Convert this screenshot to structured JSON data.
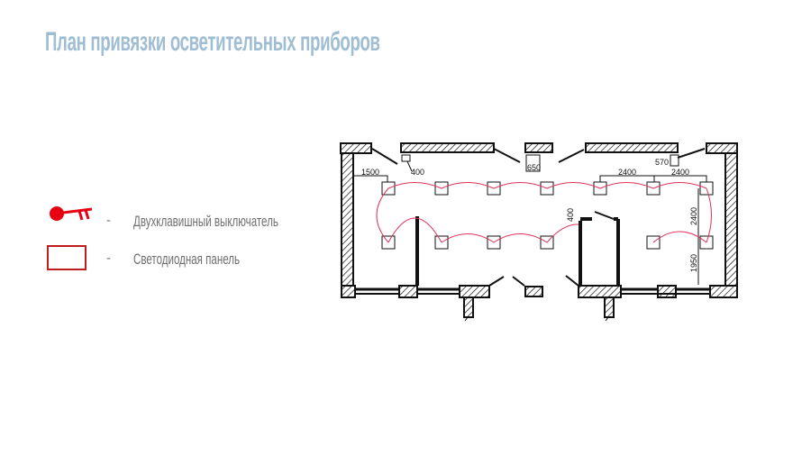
{
  "title": "План привязки осветительных приборов",
  "legend": [
    {
      "icon": "two-key-switch-icon",
      "dash": "-",
      "label": "Двухклавишный выключатель"
    },
    {
      "icon": "led-panel-icon",
      "dash": "-",
      "label": "Светодиодная панель"
    }
  ],
  "plan": {
    "dimensions": {
      "d1500": "1500",
      "d400_top": "400",
      "d650": "650",
      "d570": "570",
      "d2400_a": "2400",
      "d2400_b": "2400",
      "d2400_v": "2400",
      "d400_v": "400",
      "d1950": "1950"
    }
  },
  "colors": {
    "title": "#9fbdd3",
    "accent": "#e0002a",
    "wire": "#e0315a"
  }
}
